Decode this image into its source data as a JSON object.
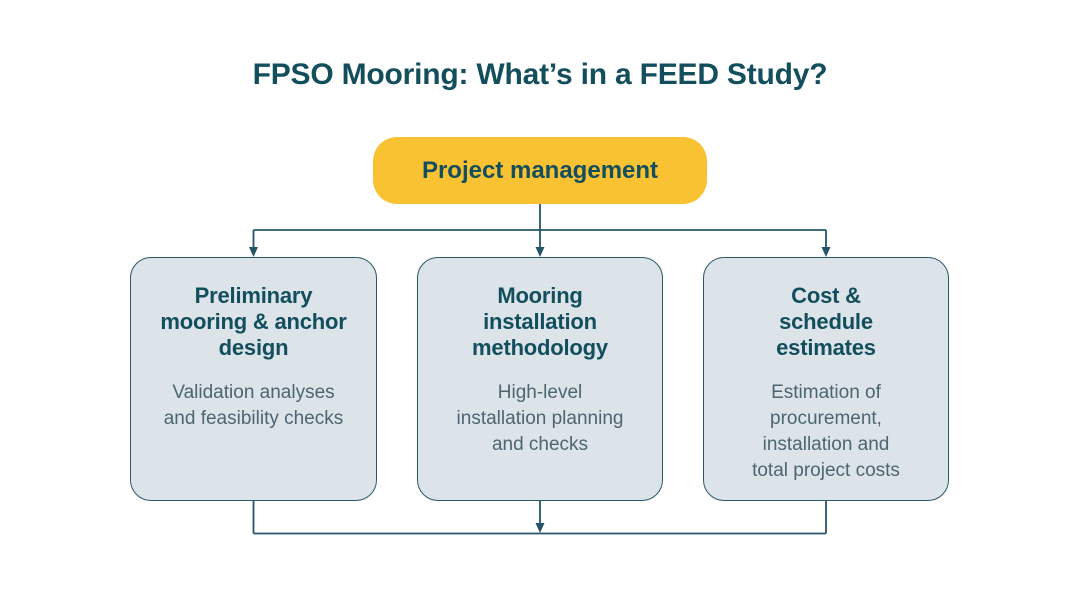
{
  "title": "FPSO Mooring: What’s in a FEED Study?",
  "root_node": {
    "label": "Project management"
  },
  "nodes": [
    {
      "heading": "Preliminary mooring & anchor design",
      "heading_lines": [
        "Preliminary",
        "mooring & anchor",
        "design"
      ],
      "body": "Validation analyses and feasibility checks",
      "body_lines": [
        "Validation analyses",
        "and feasibility checks"
      ]
    },
    {
      "heading": "Mooring installation methodology",
      "heading_lines": [
        "Mooring",
        "installation",
        "methodology"
      ],
      "body": "High-level installation planning and checks",
      "body_lines": [
        "High-level",
        "installation planning",
        "and checks"
      ]
    },
    {
      "heading": "Cost & schedule estimates",
      "heading_lines": [
        "Cost &",
        "schedule",
        "estimates"
      ],
      "body": "Estimation of procurement, installation and total project costs",
      "body_lines": [
        "Estimation of",
        "procurement,",
        "installation and",
        "total project costs"
      ]
    }
  ],
  "colors": {
    "accent_yellow": "#F9C233",
    "node_fill": "#DCE4E9",
    "node_border": "#2A586B",
    "heading_text": "#134E5D",
    "body_text": "#4D6570",
    "connector": "#265469",
    "background": "#FFFFFF"
  }
}
